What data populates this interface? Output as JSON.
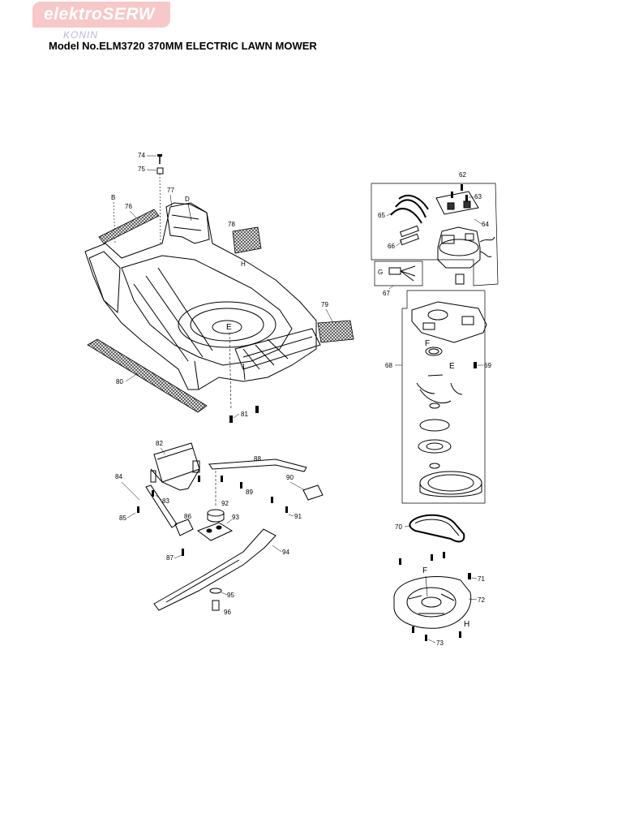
{
  "logo": {
    "brand": "elektroSERW",
    "city": "KONIN"
  },
  "title": "Model No.ELM3720 370MM ELECTRIC LAWN MOWER",
  "parts": [
    "62",
    "63",
    "64",
    "65",
    "66",
    "67",
    "68",
    "69",
    "70",
    "71",
    "72",
    "73",
    "74",
    "75",
    "76",
    "77",
    "78",
    "79",
    "80",
    "81",
    "82",
    "83",
    "84",
    "85",
    "86",
    "87",
    "88",
    "89",
    "90",
    "91",
    "92",
    "93",
    "94",
    "95",
    "96"
  ],
  "reference_letters": [
    "B",
    "D",
    "E",
    "F",
    "G",
    "H"
  ]
}
